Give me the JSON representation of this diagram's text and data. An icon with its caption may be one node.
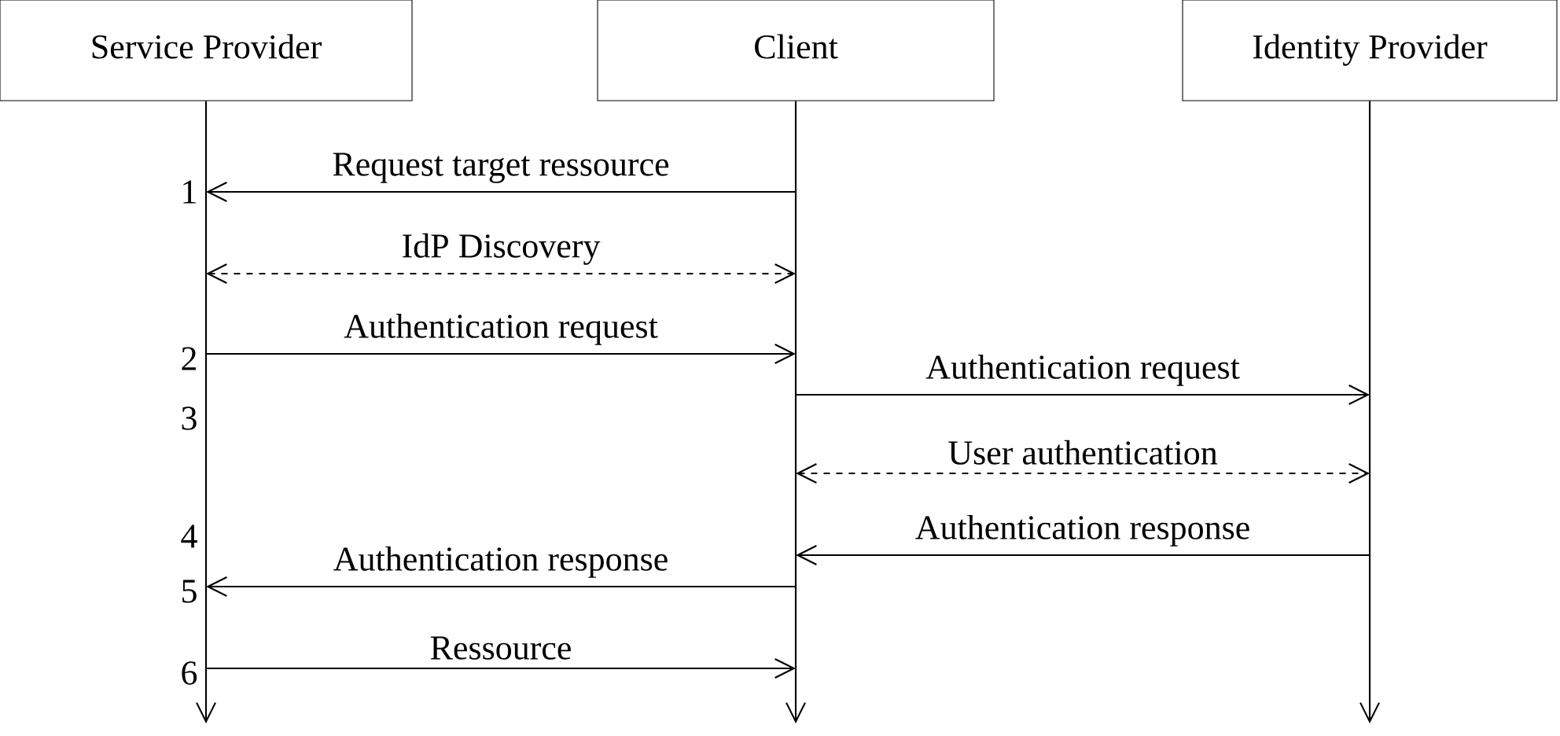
{
  "diagram": {
    "nodes": [
      {
        "text": [
          "Service Provider"
        ]
      },
      {
        "text": [
          "Client"
        ]
      },
      {
        "text": [
          "Identity Provider"
        ]
      }
    ],
    "edges": [
      {
        "from": 1,
        "to": 0,
        "arrow": "to",
        "label": "Request target ressource"
      },
      {
        "from": 0,
        "to": 1,
        "arrow": "both",
        "style": "dashed",
        "label": "IdP Discovery"
      },
      {
        "from": 0,
        "to": 1,
        "arrow": "to",
        "label": "Authentication request"
      },
      {
        "from": 1,
        "to": 2,
        "arrow": "to",
        "label": "Authentication request"
      },
      {
        "from": 1,
        "to": 2,
        "arrow": "both",
        "style": "dashed",
        "label": "User authentication"
      },
      {
        "from": 2,
        "to": 1,
        "arrow": "to",
        "label": "Authentication response"
      },
      {
        "from": 1,
        "to": 0,
        "arrow": "to",
        "label": "Authentication response"
      },
      {
        "from": 0,
        "to": 1,
        "arrow": "to",
        "label": "Ressource"
      }
    ],
    "labels": [
      "1",
      "2",
      "3",
      "4",
      "5",
      "6"
    ]
  }
}
